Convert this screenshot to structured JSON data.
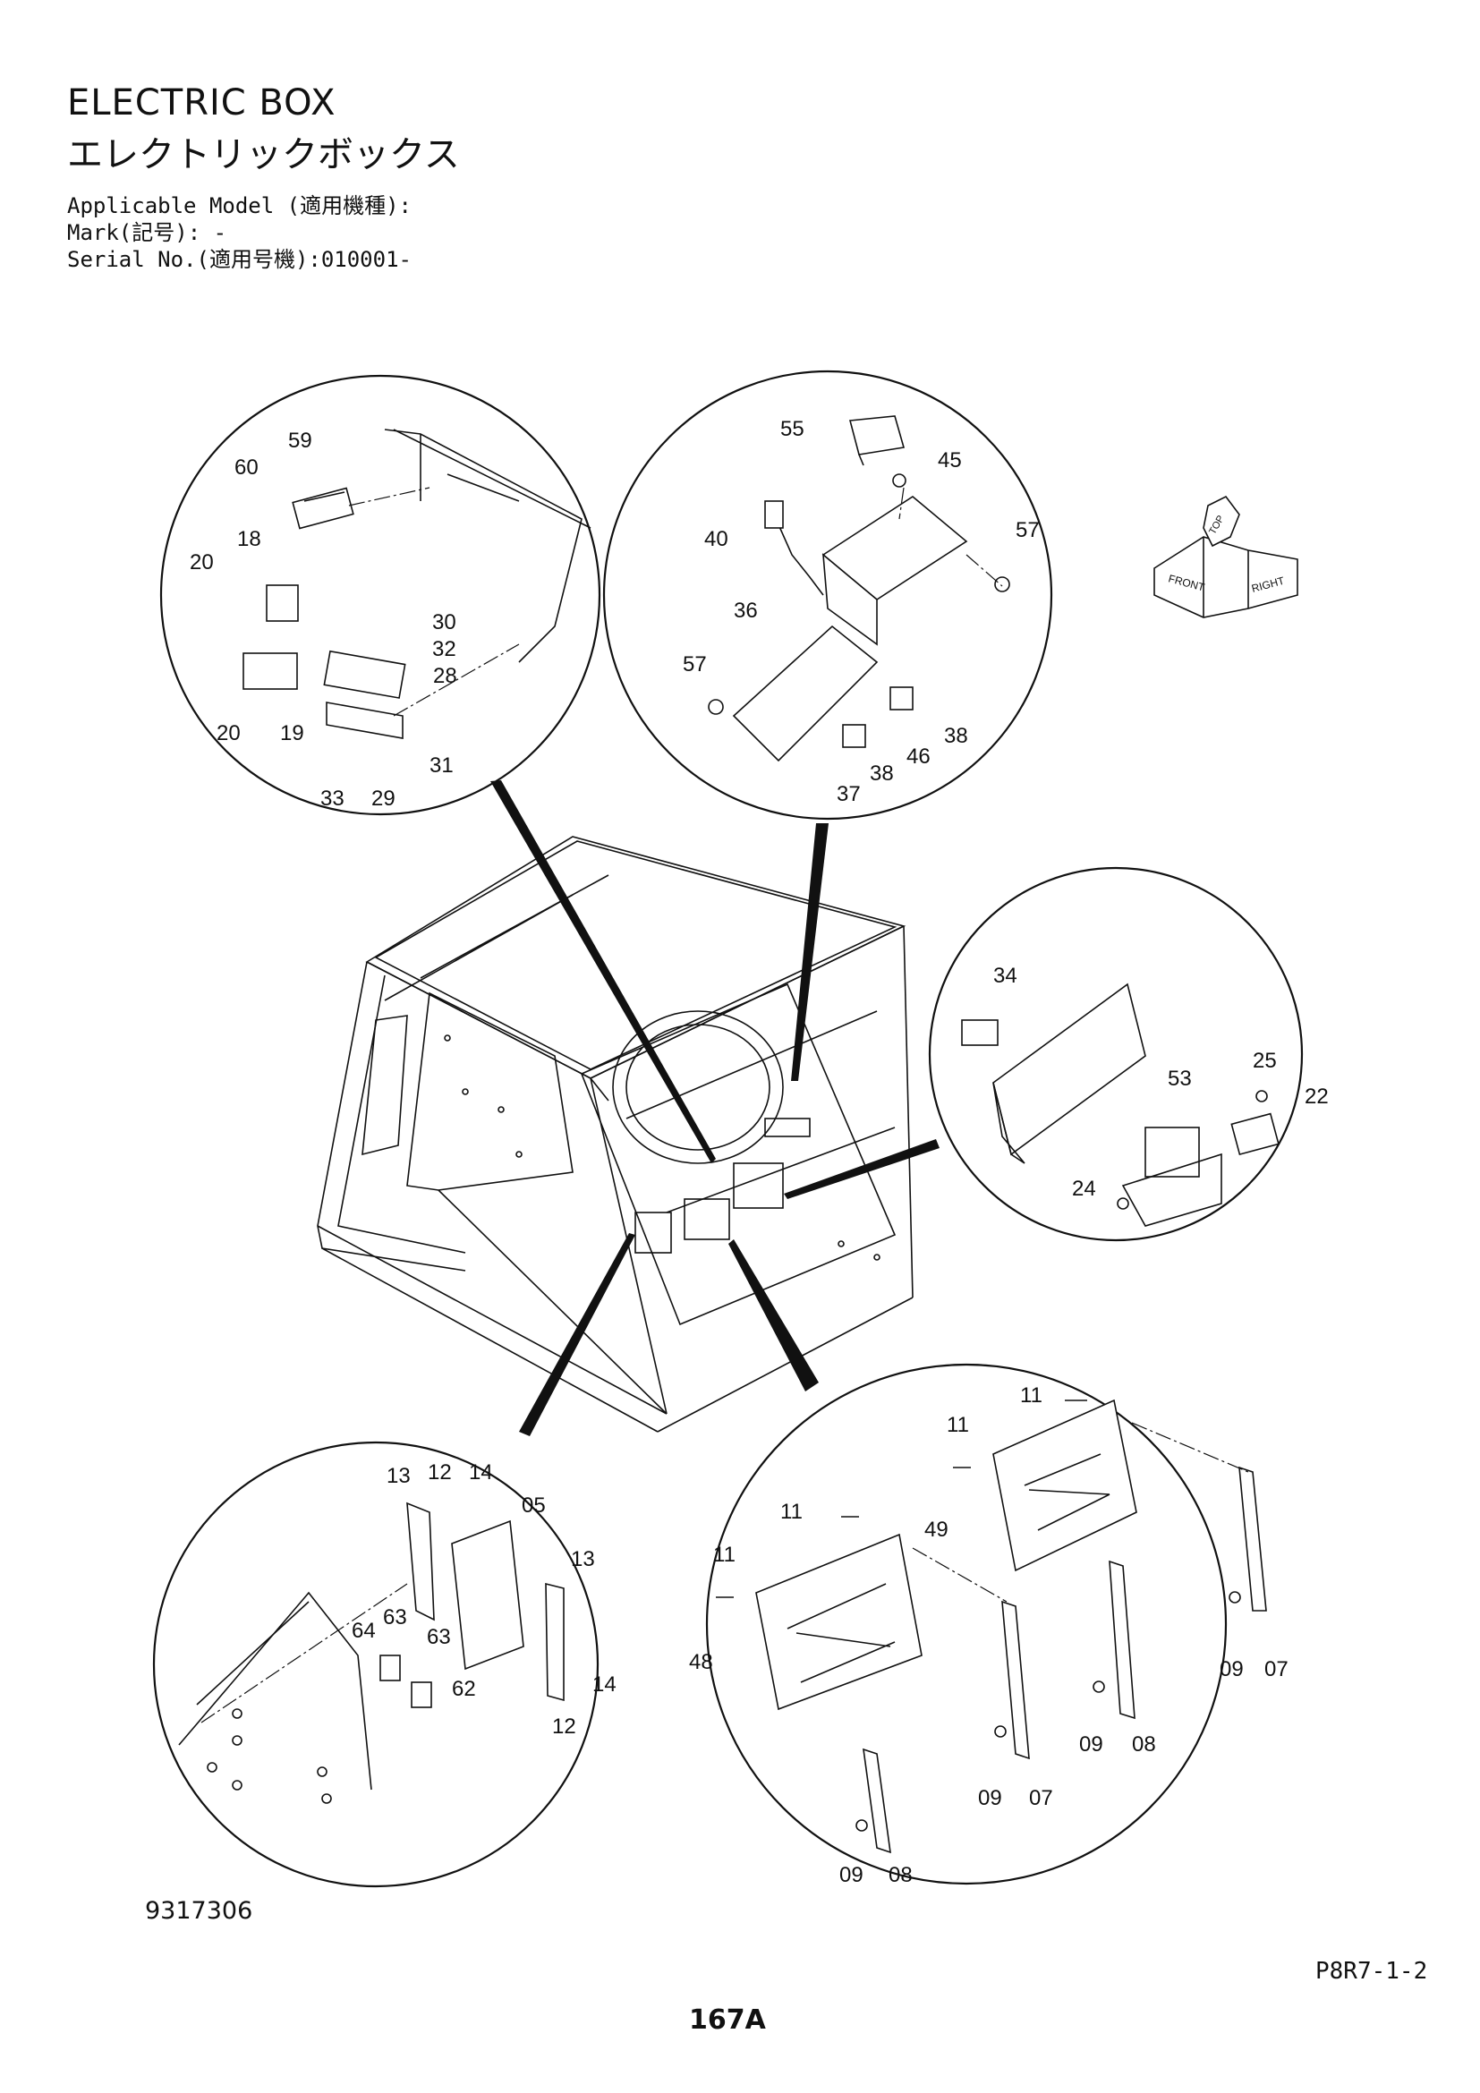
{
  "header": {
    "title_en": "ELECTRIC BOX",
    "title_ja": "エレクトリックボックス",
    "applicable_model": "Applicable Model (適用機種):",
    "mark": "Mark(記号): -",
    "serial": "Serial No.(適用号機):010001-"
  },
  "footer": {
    "drawing_number": "9317306",
    "sheet_ref": "P8R7-1-2",
    "page_number": "167A"
  },
  "orientation_icon": {
    "top": "TOP",
    "front": "FRONT",
    "right": "RIGHT"
  },
  "callouts": {
    "top_left": [
      "59",
      "60",
      "18",
      "20",
      "30",
      "32",
      "28",
      "20",
      "19",
      "31",
      "33",
      "29"
    ],
    "top_right": [
      "55",
      "45",
      "40",
      "57",
      "36",
      "57",
      "38",
      "46",
      "38",
      "37"
    ],
    "mid_right": [
      "34",
      "25",
      "53",
      "22",
      "24"
    ],
    "bottom_left": [
      "13",
      "12",
      "14",
      "05",
      "13",
      "63",
      "64",
      "63",
      "62",
      "14",
      "12"
    ],
    "bottom_right": [
      "11",
      "11",
      "11",
      "49",
      "11",
      "48",
      "09",
      "07",
      "09",
      "08",
      "09",
      "07",
      "09",
      "08"
    ]
  }
}
